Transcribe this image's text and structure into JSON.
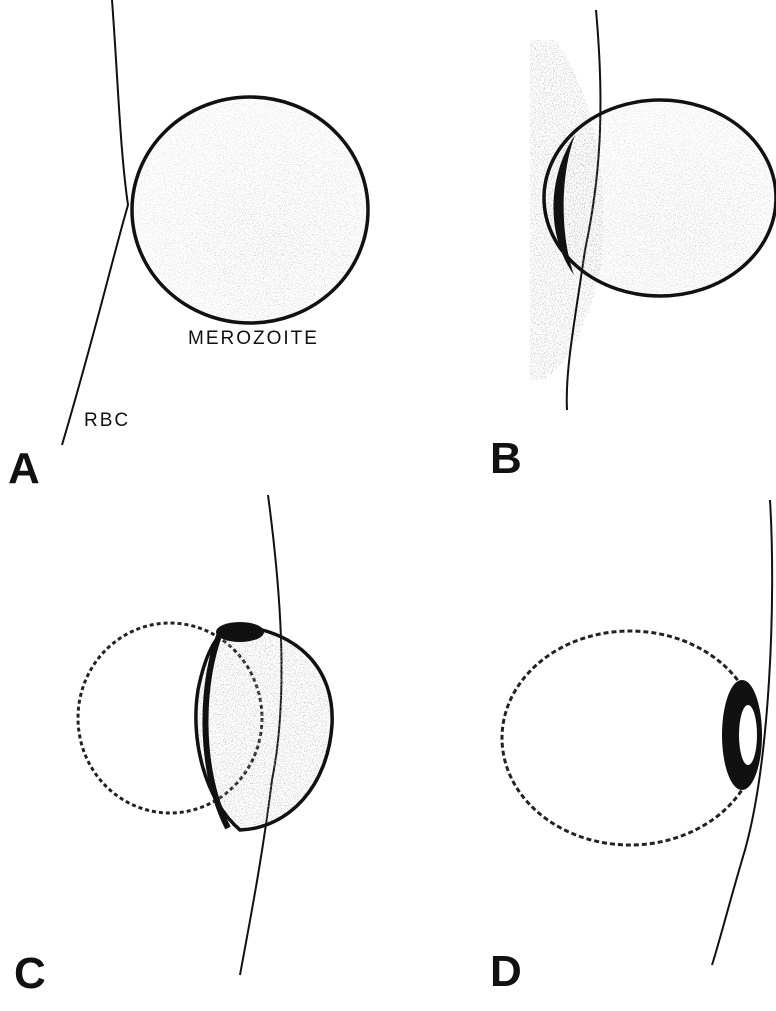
{
  "labels": {
    "merozoite": "MEROZOITE",
    "rbc": "RBC"
  },
  "panels": {
    "a": "A",
    "b": "B",
    "c": "C",
    "d": "D"
  },
  "colors": {
    "ink": "#111111",
    "background": "#ffffff"
  }
}
